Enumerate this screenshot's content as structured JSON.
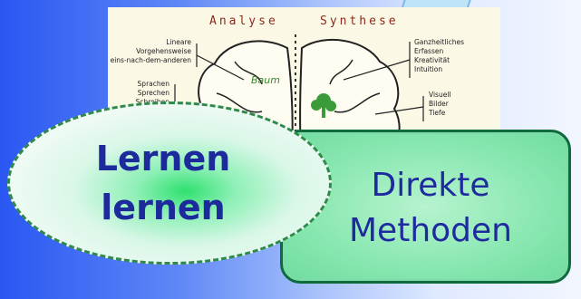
{
  "brain_figure": {
    "header_left": "Analyse",
    "header_right": "Synthese",
    "left_labels_group1": [
      "Lineare",
      "Vorgehensweise",
      "eins-nach-dem-anderen"
    ],
    "left_labels_group2": [
      "Sprachen",
      "Sprechen",
      "Schreiben"
    ],
    "right_labels_group1": [
      "Ganzheitliches",
      "Erfassen",
      "Kreativität",
      "Intuition"
    ],
    "right_labels_group2": [
      "Visuell",
      "Bilder",
      "Tiefe"
    ],
    "center_word": "Baum"
  },
  "ellipse": {
    "line1": "Lernen",
    "line2": "lernen"
  },
  "rectangle": {
    "line1": "Direkte",
    "line2": "Methoden"
  },
  "colors": {
    "accent_blue": "#1c2a9c",
    "green_border": "#0e6b3c",
    "dashed_border": "#2f8a4a"
  }
}
